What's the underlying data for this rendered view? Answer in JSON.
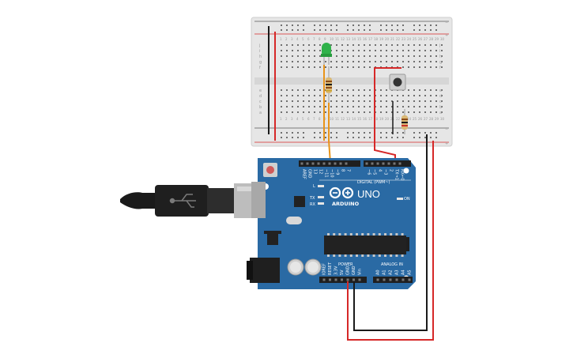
{
  "board": {
    "digital_header": "DIGITAL (PWM~)",
    "brand": "ARDUINO",
    "model": "UNO",
    "power_header": "POWER",
    "analog_header": "ANALOG IN",
    "tx_label": "TX",
    "rx_label": "RX",
    "l_label": "L",
    "on_label": "ON",
    "top_pins": [
      "AREF",
      "GND",
      "13",
      "12",
      "~11",
      "~10",
      "~9",
      "8",
      "7",
      "~6",
      "~5",
      "4",
      "~3",
      "2",
      "TX→1",
      "RX←0"
    ],
    "power_pins": [
      "IOREF",
      "RESET",
      "3.3V",
      "5V",
      "GND",
      "GND",
      "Vin"
    ],
    "analog_pins": [
      "A0",
      "A1",
      "A2",
      "A3",
      "A4",
      "A5"
    ]
  },
  "breadboard": {
    "row_letters_top": [
      "j",
      "i",
      "h",
      "g",
      "f"
    ],
    "row_letters_bottom": [
      "e",
      "d",
      "c",
      "b",
      "a"
    ],
    "rail_plus": "+",
    "rail_minus": "−",
    "column_numbers": [
      "1",
      "2",
      "3",
      "4",
      "5",
      "6",
      "7",
      "8",
      "9",
      "10",
      "11",
      "12",
      "13",
      "14",
      "15",
      "16",
      "17",
      "18",
      "19",
      "20",
      "21",
      "22",
      "23",
      "24",
      "25",
      "26",
      "27",
      "28",
      "29",
      "30"
    ]
  },
  "colors": {
    "board_blue": "#2a6aa4",
    "board_dark": "#1d5488",
    "wire_red": "#d62828",
    "wire_black": "#1a1a1a",
    "wire_orange": "#e8941a",
    "led_green": "#2fb24a",
    "breadboard": "#e6e6e6"
  }
}
